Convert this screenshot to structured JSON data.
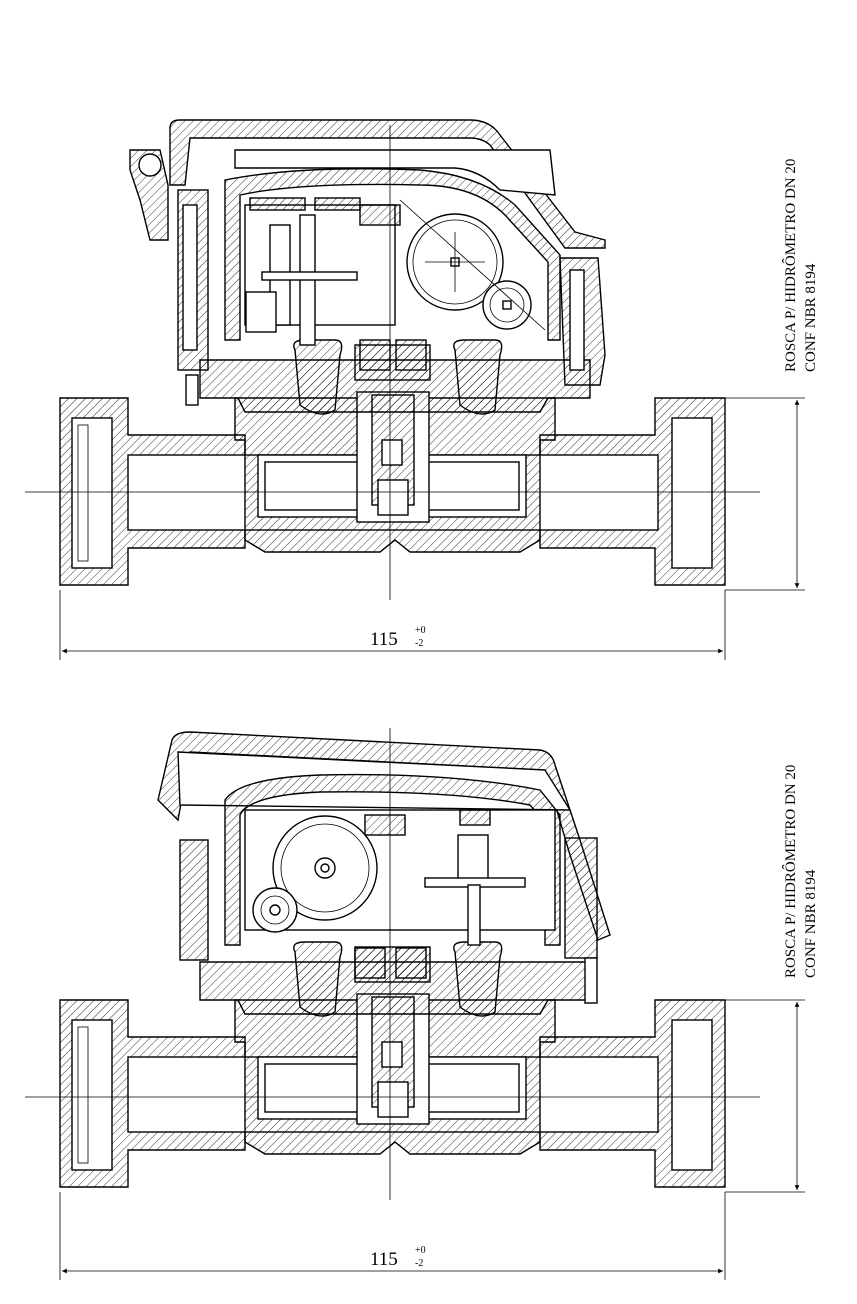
{
  "drawings": [
    {
      "dimension": {
        "value": "115",
        "tol_upper": "+0",
        "tol_lower": "-2"
      },
      "note": {
        "line1": "ROSCA P/ HIDRÔMETRO DN 20",
        "line2": "CONF NBR 8194"
      }
    },
    {
      "dimension": {
        "value": "115",
        "tol_upper": "+0",
        "tol_lower": "-2"
      },
      "note": {
        "line1": "ROSCA P/ HIDRÔMETRO DN 20",
        "line2": "CONF NBR 8194"
      }
    }
  ]
}
